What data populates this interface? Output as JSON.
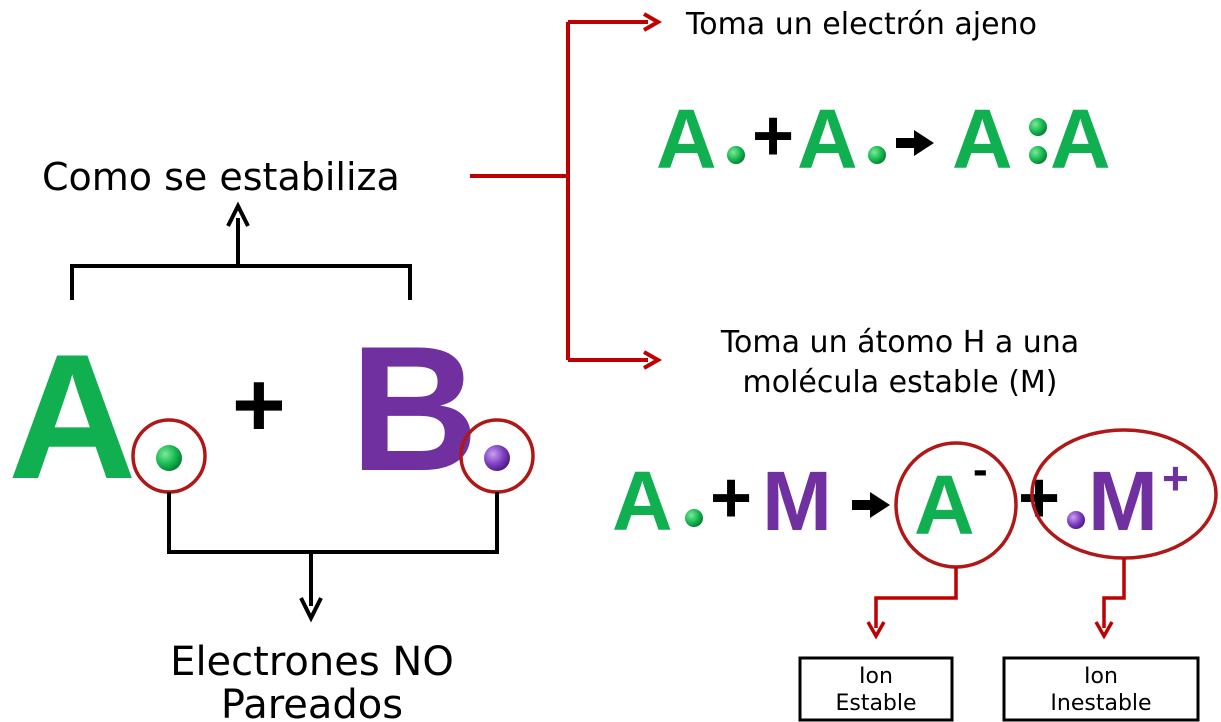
{
  "labels": {
    "stabilize": "Como se estabiliza",
    "unpaired_line1": "Electrones NO",
    "unpaired_line2": "Pareados",
    "path1": "Toma un electrón ajeno",
    "path2_line1": "Toma un átomo H a una",
    "path2_line2": "molécula estable (M)",
    "box1_line1": "Ion",
    "box1_line2": "Estable",
    "box2_line1": "Ion",
    "box2_line2": "Inestable"
  },
  "symbols": {
    "A": "A",
    "B": "B",
    "M": "M",
    "plus": "+",
    "minus": "-",
    "plus_charge": "+"
  },
  "colors": {
    "green": "#10b050",
    "purple": "#7030a0",
    "red": "#c00000",
    "black": "#000000",
    "circle_stroke": "#b01818"
  }
}
